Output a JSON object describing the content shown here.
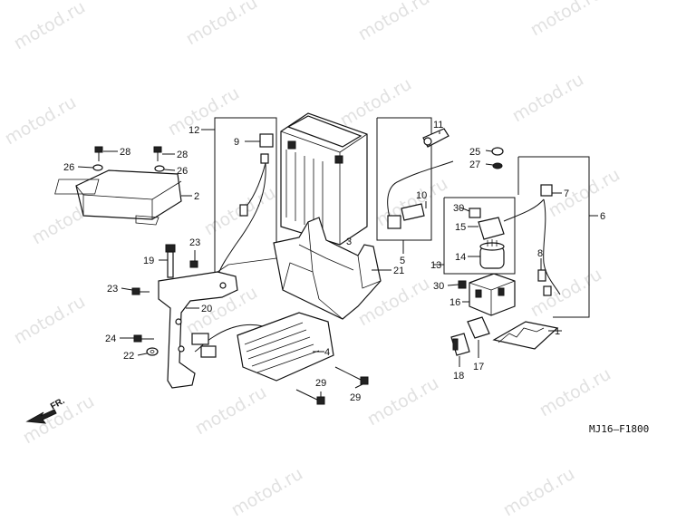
{
  "watermark": "motod.ru",
  "diagram_code": "MJ16—F1800",
  "direction_label": "FR.",
  "callouts": {
    "c1": "1",
    "c2": "2",
    "c3": "3",
    "c4": "4",
    "c5": "5",
    "c6": "6",
    "c7": "7",
    "c8": "8",
    "c9": "9",
    "c10": "10",
    "c11": "11",
    "c12": "12",
    "c13": "13",
    "c14": "14",
    "c15": "15",
    "c16": "16",
    "c17": "17",
    "c18": "18",
    "c19": "19",
    "c20": "20",
    "c21": "21",
    "c22": "22",
    "c23a": "23",
    "c23b": "23",
    "c24": "24",
    "c25": "25",
    "c26a": "26",
    "c26b": "26",
    "c27": "27",
    "c28a": "28",
    "c28b": "28",
    "c29a": "29",
    "c29b": "29",
    "c30a": "30",
    "c30b": "30"
  }
}
